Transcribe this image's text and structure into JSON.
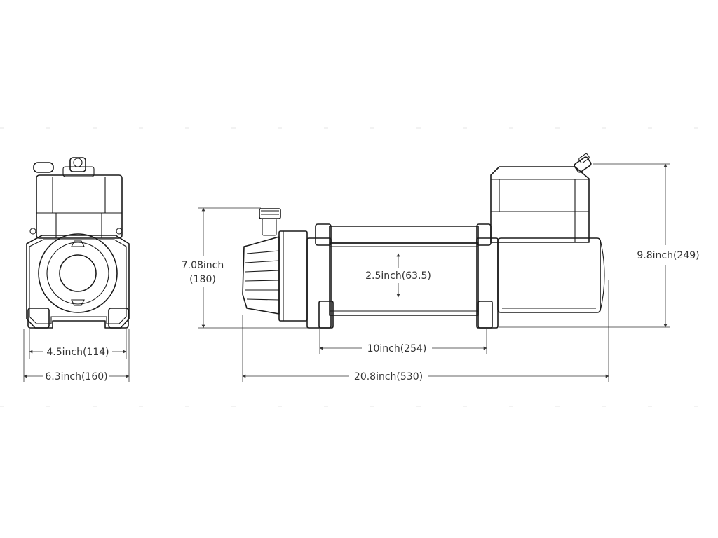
{
  "dimensions": {
    "front_inner_width": "4.5inch(114)",
    "front_overall_width": "6.3inch(160)",
    "drum_height_inch": "7.08inch",
    "drum_height_mm": "(180)",
    "drum_diameter": "2.5inch(63.5)",
    "drum_length": "10inch(254)",
    "overall_length": "20.8inch(530)",
    "overall_height": "9.8inch(249)"
  },
  "colors": {
    "line": "#1a1a1a",
    "text": "#333333",
    "background": "#ffffff"
  }
}
